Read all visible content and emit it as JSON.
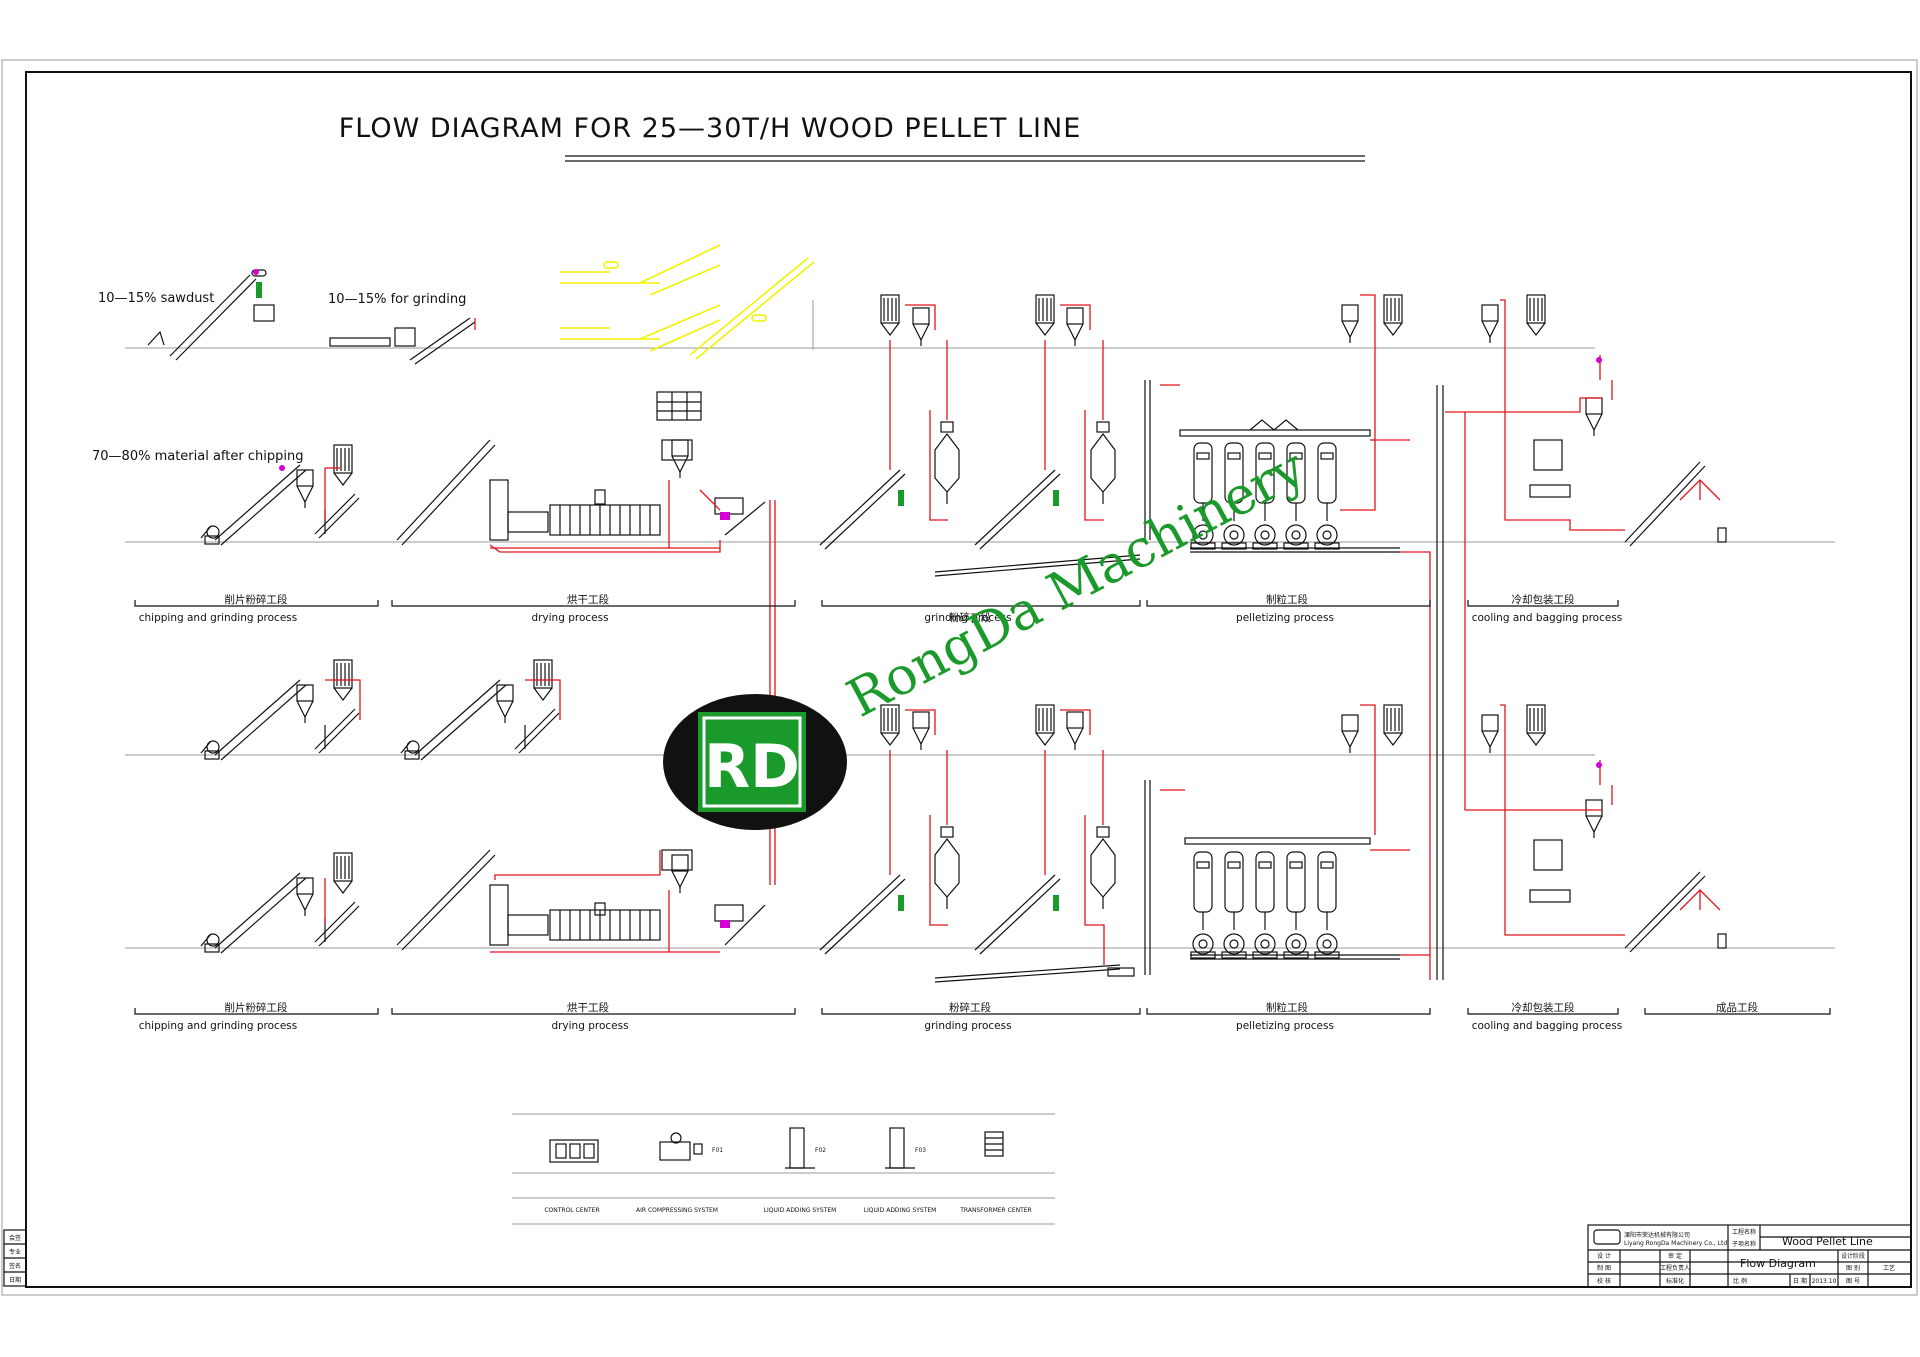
{
  "title": "FLOW DIAGRAM FOR 25—30T/H WOOD PELLET LINE",
  "notes": {
    "sawdust": "10—15% sawdust",
    "grinding": "10—15% for grinding",
    "after_chipping": "70—80% material after chipping"
  },
  "watermark": "RongDa Machinery",
  "logo_letters": "RD",
  "sections_row1": [
    {
      "cn": "削片粉碎工段",
      "en": "chipping and grinding process"
    },
    {
      "cn": "烘干工段",
      "en": "drying process"
    },
    {
      "cn": "粉碎工段",
      "en": "grinding process"
    },
    {
      "cn": "制粒工段",
      "en": "pelletizing process"
    },
    {
      "cn": "冷却包装工段",
      "en": "cooling and bagging process"
    }
  ],
  "sections_row2": [
    {
      "cn": "削片粉碎工段",
      "en": "chipping and grinding process"
    },
    {
      "cn": "烘干工段",
      "en": "drying process"
    },
    {
      "cn": "粉碎工段",
      "en": "grinding process"
    },
    {
      "cn": "制粒工段",
      "en": "pelletizing process"
    },
    {
      "cn": "冷却包装工段",
      "en": "cooling and bagging process"
    },
    {
      "cn": "成品工段",
      "en": ""
    }
  ],
  "legend": [
    {
      "name": "CONTROL CENTER",
      "code": ""
    },
    {
      "name": "AIR COMPRESSING SYSTEM",
      "code": "F01"
    },
    {
      "name": "LIQUID ADDING SYSTEM",
      "code": "F02"
    },
    {
      "name": "LIQUID ADDING SYSTEM",
      "code": "F03"
    },
    {
      "name": "TRANSFORMER CENTER",
      "code": ""
    }
  ],
  "title_block": {
    "company_cn": "溧阳市荣达机械有限公司",
    "company_en": "Liyang RongDa Machinery Co., Ltd",
    "project_label": "工程名称",
    "project_value": "Wood Pellet Line",
    "item_label": "子项名称",
    "drawing_name": "Flow Diagram",
    "rows": [
      "设 计",
      "制 图",
      "校 核"
    ],
    "mid": [
      "审 定",
      "工程负责人",
      "标准化"
    ],
    "right_labels": [
      "设计阶段",
      "图 别",
      "工艺",
      "日 期",
      "图 号",
      "比 例"
    ],
    "date": "2013.10"
  },
  "side_stamps": [
    "会签",
    "专业",
    "签名",
    "日期"
  ],
  "colors": {
    "process_line": "#e0151b",
    "watermark": "#1a9a2a",
    "equipment": "#111111",
    "highlight": "#f2f200",
    "marker": "#d400d4"
  }
}
